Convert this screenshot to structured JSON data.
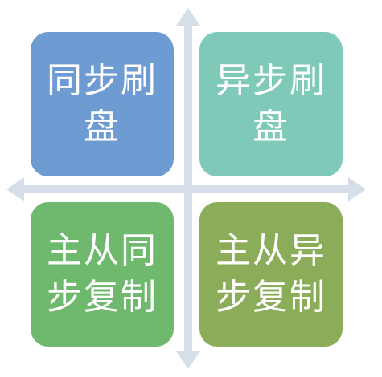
{
  "quadrants": {
    "top_left": "同步刷盘",
    "top_right": "异步刷盘",
    "bottom_left": "主从同步复制",
    "bottom_right": "主从异步复制"
  },
  "colors": {
    "axis": "#d6deea",
    "top_left": "#6f9bd3",
    "top_right": "#7fc9b8",
    "bottom_left": "#6fb96f",
    "bottom_right": "#8bac58",
    "text": "#ffffff"
  }
}
